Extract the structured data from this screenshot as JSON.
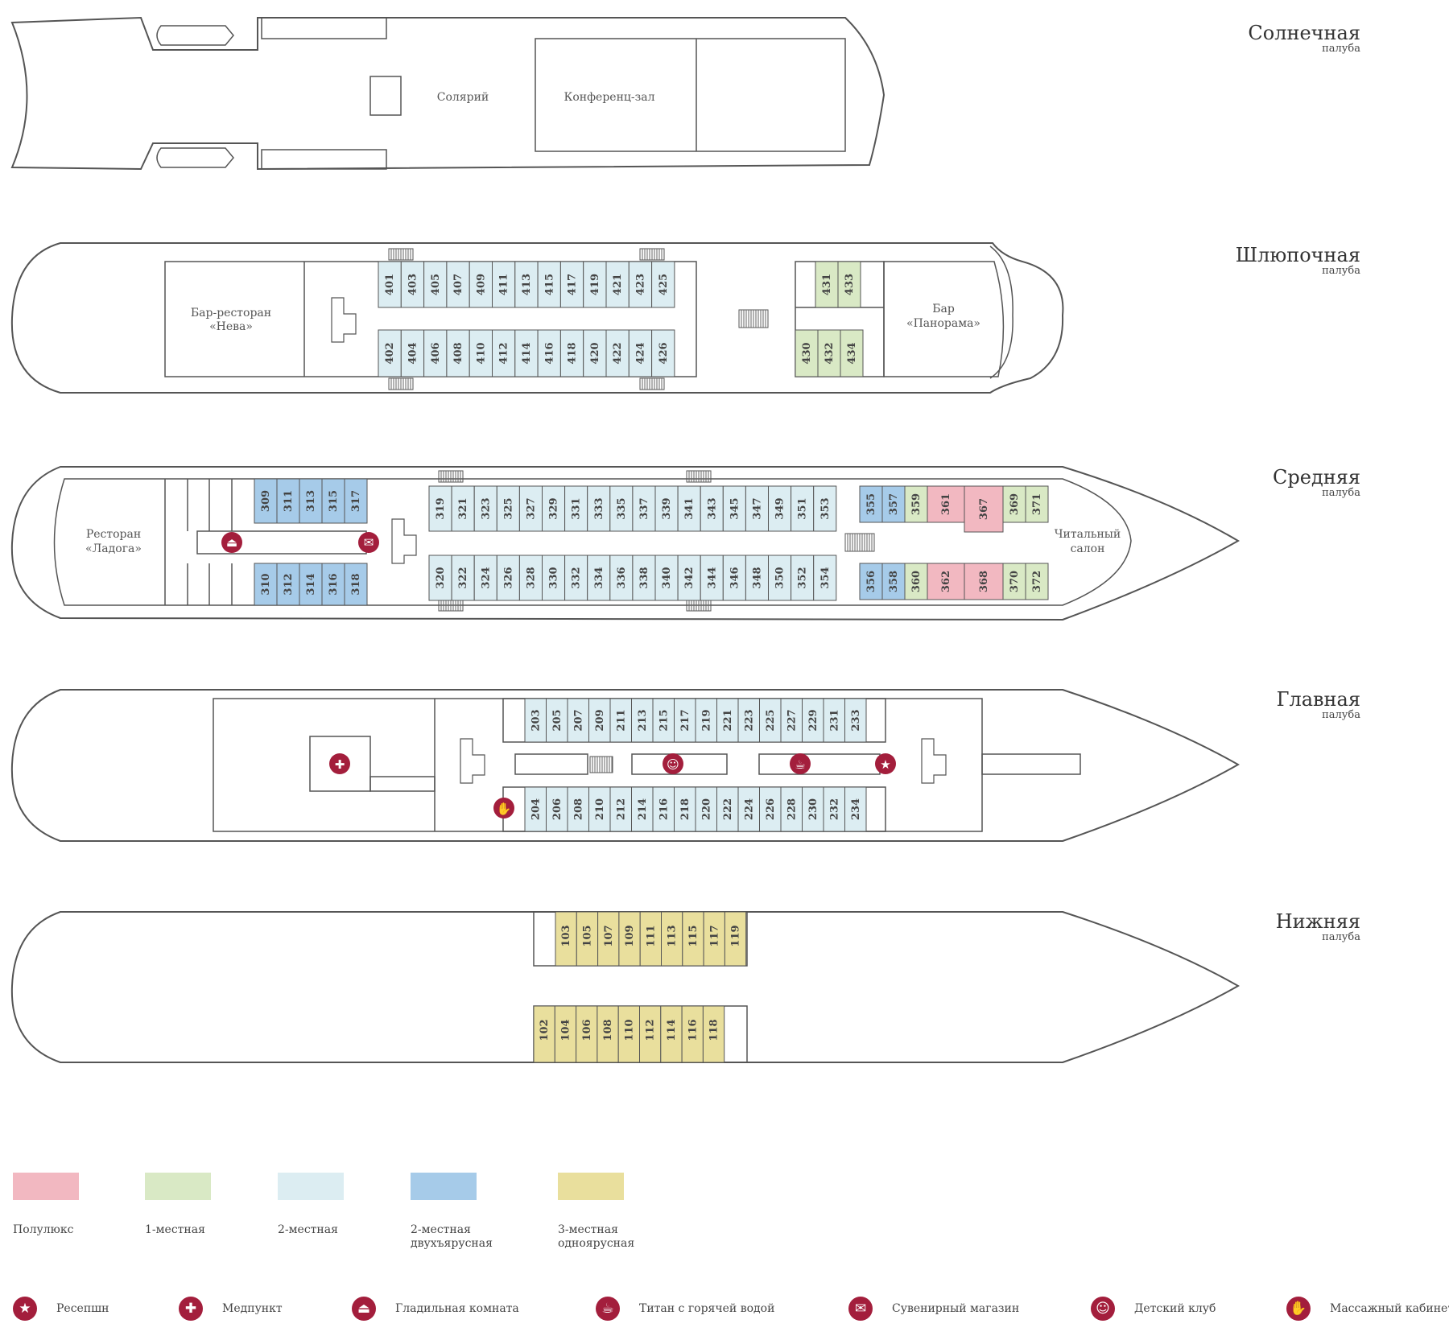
{
  "decks": {
    "sun": {
      "name": "Солнечная",
      "word": "палуба",
      "solarium": "Солярий",
      "conference": "Конференц-зал"
    },
    "boat": {
      "name": "Шлюпочная",
      "word": "палуба",
      "bar_neva_1": "Бар-ресторан",
      "bar_neva_2": "«Нева»",
      "bar_pan_1": "Бар",
      "bar_pan_2": "«Панорама»"
    },
    "middle": {
      "name": "Средняя",
      "word": "палуба",
      "rest_1": "Ресторан",
      "rest_2": "«Ладога»",
      "read_1": "Читальный",
      "read_2": "салон"
    },
    "main": {
      "name": "Главная",
      "word": "палуба"
    },
    "lower": {
      "name": "Нижняя",
      "word": "палуба"
    }
  },
  "cabin_types": [
    {
      "id": "pl",
      "label": "Полулюкс",
      "color": "#f2b8c1"
    },
    {
      "id": "s1",
      "label": "1-местная",
      "color": "#d9e9c5"
    },
    {
      "id": "s2",
      "label": "2-местная",
      "color": "#dcedf2"
    },
    {
      "id": "s2b",
      "label": "2-местная двухъярусная",
      "color": "#a6cbe9"
    },
    {
      "id": "s3",
      "label": "3-местная одноярусная",
      "color": "#e9df9d"
    }
  ],
  "legend_lines": {
    "pl": [
      "Полулюкс"
    ],
    "s1": [
      "1-местная"
    ],
    "s2": [
      "2-местная"
    ],
    "s2b": [
      "2-местная",
      "двухъярусная"
    ],
    "s3": [
      "3-местная",
      "одноярусная"
    ]
  },
  "services": [
    {
      "id": "reception",
      "label": "Ресепшн",
      "icon": "star-icon",
      "glyph": "★"
    },
    {
      "id": "medical",
      "label": "Медпункт",
      "icon": "medical-cross-icon",
      "glyph": "✚"
    },
    {
      "id": "ironing",
      "label": "Гладильная комната",
      "icon": "iron-icon",
      "glyph": "⏏"
    },
    {
      "id": "boiler",
      "label": "Титан с горячей водой",
      "icon": "hot-water-cup-icon",
      "glyph": "☕"
    },
    {
      "id": "souvenir",
      "label": "Сувенирный магазин",
      "icon": "gift-icon",
      "glyph": "✉"
    },
    {
      "id": "kids",
      "label": "Детский клуб",
      "icon": "teddy-bear-icon",
      "glyph": "☺"
    },
    {
      "id": "massage",
      "label": "Массажный кабинет",
      "icon": "hand-icon",
      "glyph": "✋"
    }
  ],
  "cabins": {
    "boat_top": {
      "type": "s2",
      "numbers": [
        "401",
        "403",
        "405",
        "407",
        "409",
        "411",
        "413",
        "415",
        "417",
        "419",
        "421",
        "423",
        "425"
      ]
    },
    "boat_bottom": {
      "type": "s2",
      "numbers": [
        "402",
        "404",
        "406",
        "408",
        "410",
        "412",
        "414",
        "416",
        "418",
        "420",
        "422",
        "424",
        "426"
      ]
    },
    "boat_aft_top": {
      "type": "s1",
      "numbers": [
        "431",
        "433"
      ]
    },
    "boat_aft_bottom": {
      "type": "s1",
      "numbers": [
        "430",
        "432",
        "434"
      ]
    },
    "mid_fwd_top": {
      "type": "s2b",
      "numbers": [
        "309",
        "311",
        "313",
        "315",
        "317"
      ]
    },
    "mid_fwd_bottom": {
      "type": "s2b",
      "numbers": [
        "310",
        "312",
        "314",
        "316",
        "318"
      ]
    },
    "mid_top": {
      "type": "s2",
      "numbers": [
        "319",
        "321",
        "323",
        "325",
        "327",
        "329",
        "331",
        "333",
        "335",
        "337",
        "339",
        "341",
        "343",
        "345",
        "347",
        "349",
        "351",
        "353"
      ]
    },
    "mid_bottom": {
      "type": "s2",
      "numbers": [
        "320",
        "322",
        "324",
        "326",
        "328",
        "330",
        "332",
        "334",
        "336",
        "338",
        "340",
        "342",
        "344",
        "346",
        "348",
        "350",
        "352",
        "354"
      ]
    },
    "mid_aft_top": [
      {
        "n": "355",
        "t": "s2b"
      },
      {
        "n": "357",
        "t": "s2b"
      },
      {
        "n": "359",
        "t": "s1"
      },
      {
        "n": "361",
        "t": "pl"
      },
      {
        "n": "367",
        "t": "pl"
      },
      {
        "n": "369",
        "t": "s1"
      },
      {
        "n": "371",
        "t": "s1"
      }
    ],
    "mid_aft_bottom": [
      {
        "n": "356",
        "t": "s2b"
      },
      {
        "n": "358",
        "t": "s2b"
      },
      {
        "n": "360",
        "t": "s1"
      },
      {
        "n": "362",
        "t": "pl"
      },
      {
        "n": "368",
        "t": "pl"
      },
      {
        "n": "370",
        "t": "s1"
      },
      {
        "n": "372",
        "t": "s1"
      }
    ],
    "main_top": {
      "type": "s2",
      "numbers": [
        "203",
        "205",
        "207",
        "209",
        "211",
        "213",
        "215",
        "217",
        "219",
        "221",
        "223",
        "225",
        "227",
        "229",
        "231",
        "233"
      ]
    },
    "main_bottom": {
      "type": "s2",
      "numbers": [
        "204",
        "206",
        "208",
        "210",
        "212",
        "214",
        "216",
        "218",
        "220",
        "222",
        "224",
        "226",
        "228",
        "230",
        "232",
        "234"
      ]
    },
    "lower_top": {
      "type": "s3",
      "numbers": [
        "103",
        "105",
        "107",
        "109",
        "111",
        "113",
        "115",
        "117",
        "119"
      ]
    },
    "lower_bottom": {
      "type": "s3",
      "numbers": [
        "102",
        "104",
        "106",
        "108",
        "110",
        "112",
        "114",
        "116",
        "118"
      ]
    }
  },
  "colors": {
    "outline": "#555555",
    "marker": "#a31e3c"
  }
}
